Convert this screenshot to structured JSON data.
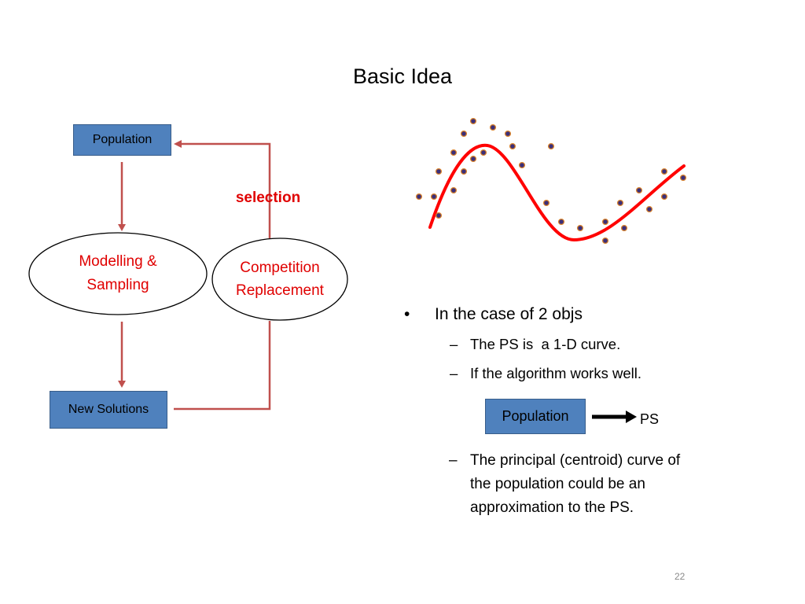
{
  "title": "Basic Idea",
  "diagram": {
    "population_label": "Population",
    "modelling_label_lines": [
      "Modelling &",
      "Sampling"
    ],
    "competition_label_lines": [
      "Competition",
      "Replacement"
    ],
    "new_solutions_label": "New Solutions",
    "selection_label": "selection"
  },
  "bullets": {
    "main": {
      "marker": "•",
      "text": "In the case of 2 objs"
    },
    "sub": [
      {
        "marker": "–",
        "lines": [
          "The PS is  a 1-D curve."
        ]
      },
      {
        "marker": "–",
        "lines": [
          "If the algorithm works well."
        ]
      },
      {
        "marker": "–",
        "lines": [
          "The principal (centroid) curve of",
          "the population could be an",
          "approximation to the PS."
        ]
      }
    ]
  },
  "mapping": {
    "from": "Population",
    "to": "PS"
  },
  "page_number": "22",
  "colors": {
    "box_fill": "#4f81bd",
    "box_border": "#385d8a",
    "connector": "#c0504d",
    "label_red": "#e00000",
    "curve": "#ff0000",
    "dot_fill": "#3b2f7a",
    "dot_ring": "#d9822b"
  }
}
